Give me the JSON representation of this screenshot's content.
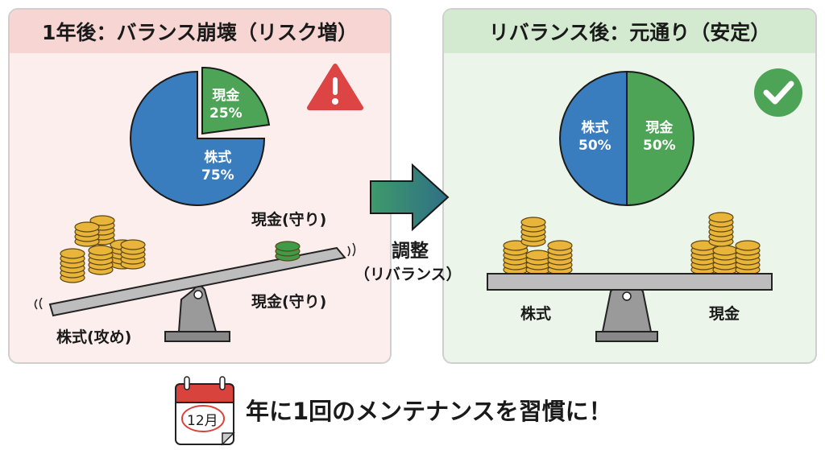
{
  "left_panel": {
    "title": "1年後：バランス崩壊（リスク増）",
    "pie": [
      {
        "label": "現金",
        "percent_label": "25%",
        "value": 25,
        "color": "#4ea456"
      },
      {
        "label": "株式",
        "percent_label": "75%",
        "value": 75,
        "color": "#3a7dbf"
      }
    ],
    "label_cash_top": "現金(守り)",
    "label_cash_bottom": "現金(守り)",
    "label_stock": "株式(攻め)",
    "icon": "warning-icon"
  },
  "middle": {
    "line1": "調整",
    "line2": "（リバランス）",
    "icon": "arrow-right-icon"
  },
  "right_panel": {
    "title": "リバランス後：元通り（安定）",
    "pie": [
      {
        "label": "株式",
        "percent_label": "50%",
        "value": 50,
        "color": "#3a7dbf"
      },
      {
        "label": "現金",
        "percent_label": "50%",
        "value": 50,
        "color": "#4ea456"
      }
    ],
    "label_stock": "株式",
    "label_cash": "現金",
    "icon": "check-icon"
  },
  "footer": {
    "calendar_label": "12月",
    "text": "年に1回のメンテナンスを習慣に！"
  }
}
